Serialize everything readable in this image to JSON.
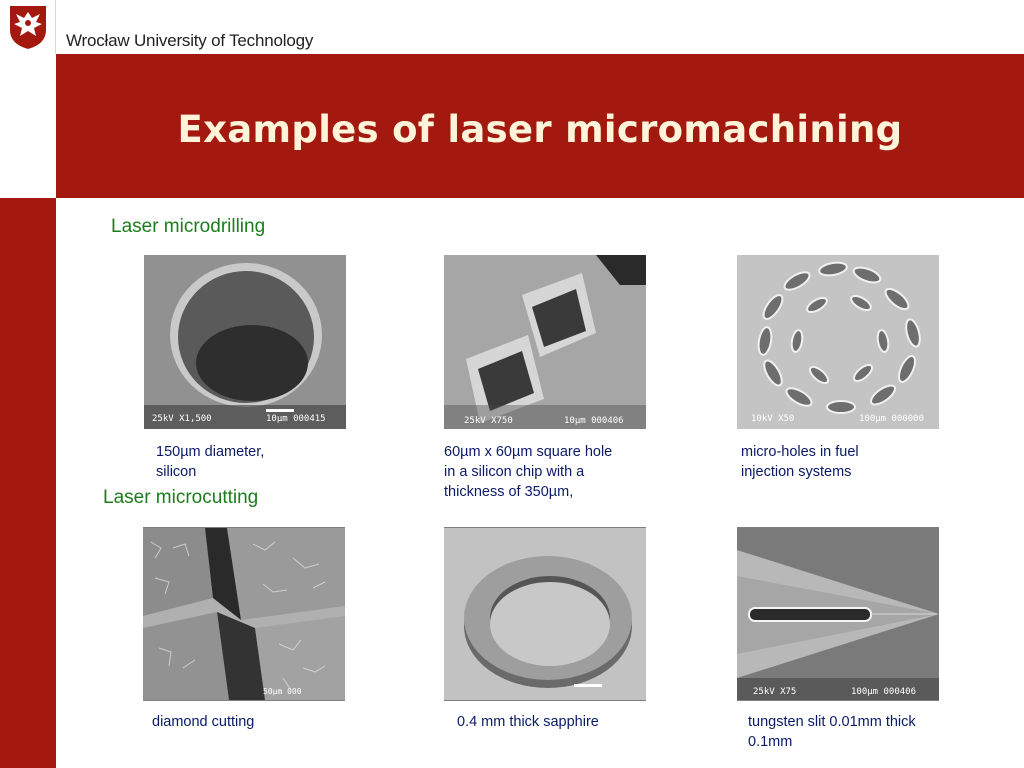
{
  "header": {
    "university": "Wrocław University of Technology",
    "title": "Examples of laser micromachining",
    "brand_color": "#a3190f"
  },
  "sections": {
    "drilling": "Laser microdrilling",
    "cutting": "Laser microcutting"
  },
  "images": {
    "round_hole": {
      "icon": "round-hole-sem-image",
      "caption_lines": [
        "150µm diameter,",
        "silicon"
      ]
    },
    "square_hole": {
      "icon": "square-hole-sem-image",
      "caption_lines": [
        "60µm x 60µm square hole",
        "in a silicon chip with a",
        "thickness of 350µm,"
      ]
    },
    "micro_holes": {
      "icon": "micro-holes-sem-image",
      "caption_lines": [
        "micro-holes in fuel",
        "injection systems"
      ]
    },
    "diamond": {
      "icon": "diamond-cut-sem-image",
      "caption_lines": [
        "diamond cutting"
      ]
    },
    "sapphire": {
      "icon": "sapphire-ring-image",
      "caption_lines": [
        "0.4 mm thick sapphire"
      ]
    },
    "tungsten": {
      "icon": "tungsten-slit-sem-image",
      "caption_lines": [
        "tungsten slit 0.01mm thick",
        "0.1mm"
      ]
    }
  },
  "colors": {
    "section_heading": "#1b7d1b",
    "caption": "#0a1a66",
    "title_text": "#fff3d9"
  }
}
